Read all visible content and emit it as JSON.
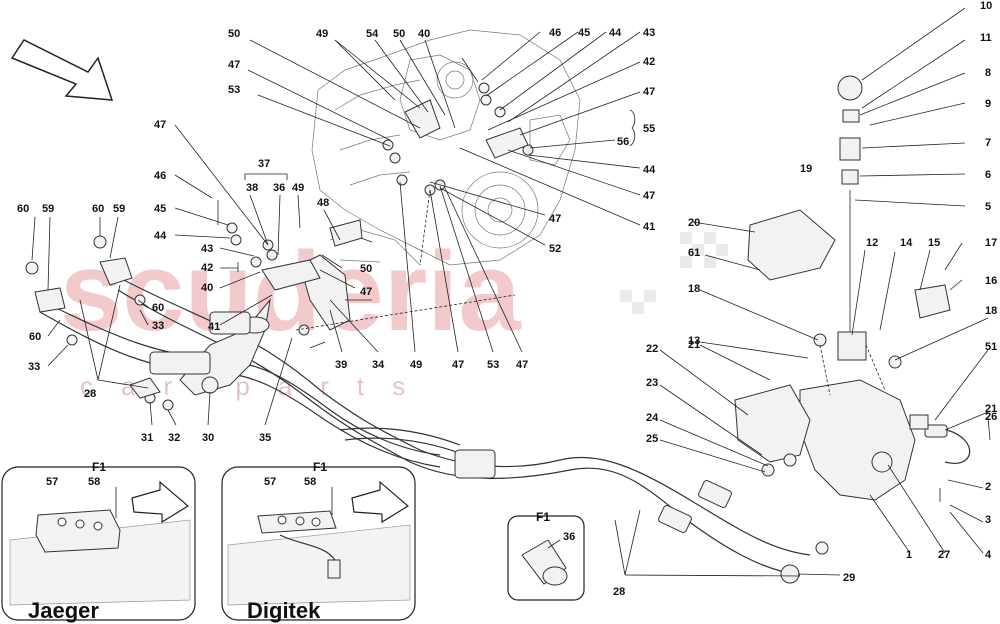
{
  "watermark": {
    "main": "scuderia",
    "sub": "car parts"
  },
  "labels": {
    "p1": "1",
    "p2": "2",
    "p3": "3",
    "p4": "4",
    "p5": "5",
    "p6": "6",
    "p7": "7",
    "p8": "8",
    "p9": "9",
    "p10": "10",
    "p11": "11",
    "p12": "12",
    "p13": "13",
    "p14": "14",
    "p15": "15",
    "p16": "16",
    "p17": "17",
    "p18": "18",
    "p19": "19",
    "p20": "20",
    "p21": "21",
    "p22": "22",
    "p23": "23",
    "p24": "24",
    "p25": "25",
    "p26": "26",
    "p27": "27",
    "p28": "28",
    "p29": "29",
    "p30": "30",
    "p31": "31",
    "p32": "32",
    "p33": "33",
    "p34": "34",
    "p35": "35",
    "p36": "36",
    "p37": "37",
    "p38": "38",
    "p39": "39",
    "p40": "40",
    "p41": "41",
    "p42": "42",
    "p43": "43",
    "p44": "44",
    "p45": "45",
    "p46": "46",
    "p47": "47",
    "p48": "48",
    "p49": "49",
    "p50": "50",
    "p51": "51",
    "p52": "52",
    "p53": "53",
    "p54": "54",
    "p55": "55",
    "p56": "56",
    "p57": "57",
    "p58": "58",
    "p59": "59",
    "p60": "60",
    "p61": "61"
  },
  "insets": {
    "jaeger": {
      "title": "F1",
      "caption": "Jaeger"
    },
    "digitek": {
      "title": "F1",
      "caption": "Digitek"
    },
    "small": {
      "title": "F1"
    }
  }
}
